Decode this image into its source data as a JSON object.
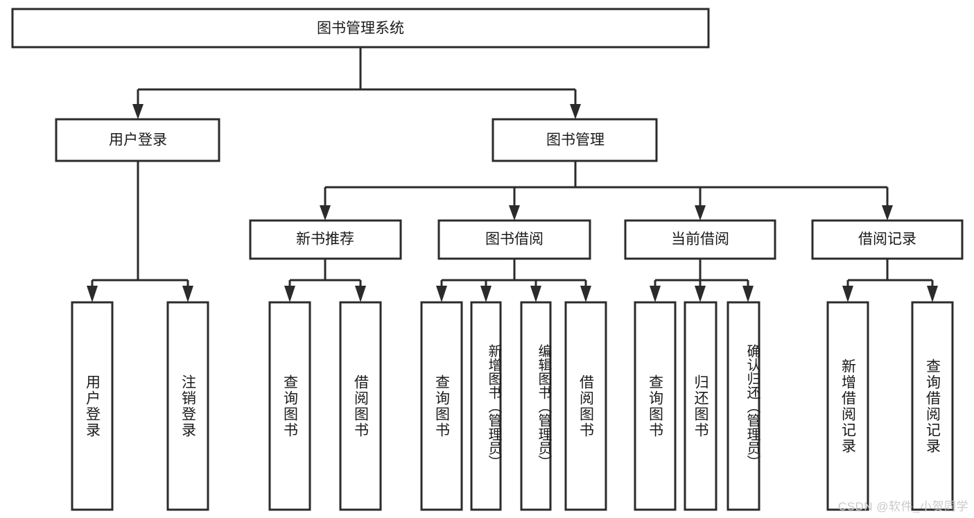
{
  "diagram": {
    "type": "tree-hierarchy",
    "title": "图书管理系统",
    "watermark": "CSDN @软件_小贺同学",
    "colors": {
      "box_fill": "#ffffff",
      "box_stroke": "#2b2b2b",
      "text": "#1a1a1a",
      "watermark": "#c9c9c9",
      "background": "#ffffff"
    },
    "root": {
      "label": "图书管理系统"
    },
    "level2": [
      {
        "label": "用户登录"
      },
      {
        "label": "图书管理"
      }
    ],
    "level3": [
      {
        "label": "新书推荐"
      },
      {
        "label": "图书借阅"
      },
      {
        "label": "当前借阅"
      },
      {
        "label": "借阅记录"
      }
    ],
    "leaves": {
      "user_login": [
        {
          "label": "用户登录"
        },
        {
          "label": "注销登录"
        }
      ],
      "new_book_recommend": [
        {
          "label": "查询图书"
        },
        {
          "label": "借阅图书"
        }
      ],
      "book_borrow": [
        {
          "label": "查询图书"
        },
        {
          "label": "新增图书（管理员）"
        },
        {
          "label": "编辑图书（管理员）"
        },
        {
          "label": "借阅图书"
        }
      ],
      "current_borrow": [
        {
          "label": "查询图书"
        },
        {
          "label": "归还图书"
        },
        {
          "label": "确认归还（管理员）"
        }
      ],
      "borrow_record": [
        {
          "label": "新增借阅记录"
        },
        {
          "label": "查询借阅记录"
        }
      ]
    }
  }
}
